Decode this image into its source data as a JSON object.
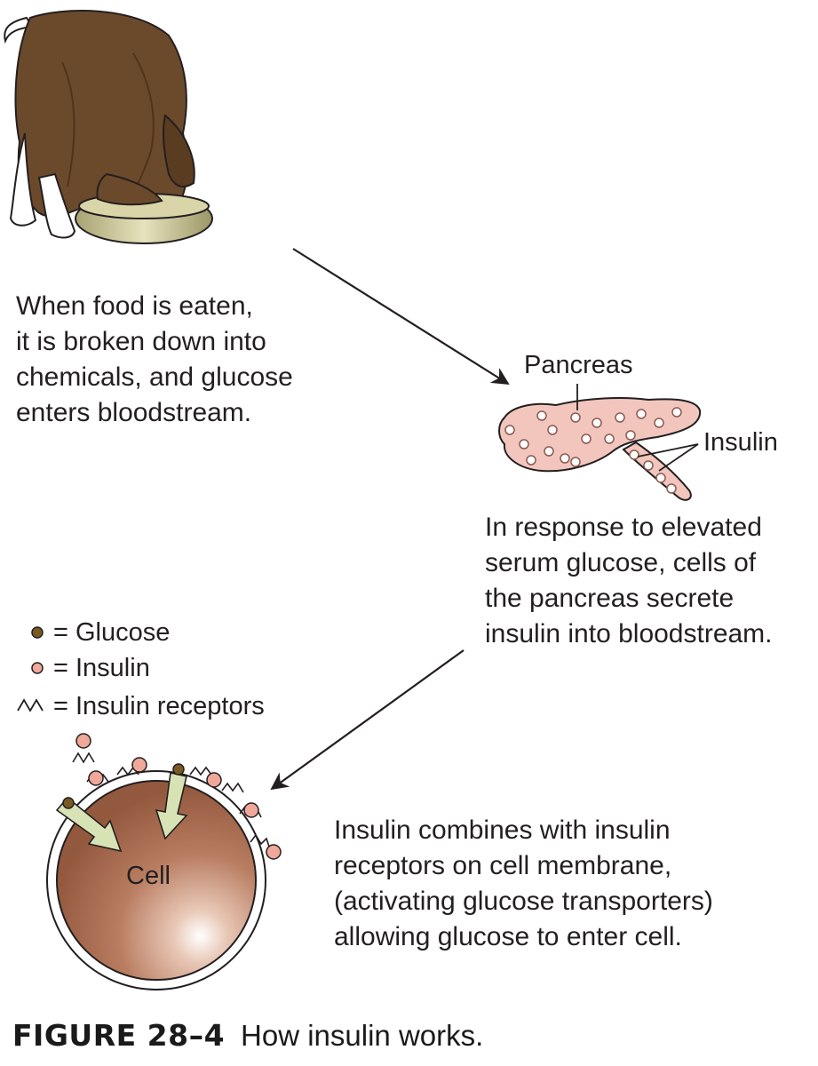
{
  "step1": {
    "lines": [
      "When food is eaten,",
      "it is broken down into",
      "chemicals, and glucose",
      "enters bloodstream."
    ]
  },
  "step2": {
    "pancreas_label": "Pancreas",
    "insulin_label": "Insulin",
    "lines": [
      "In response to elevated",
      "serum glucose, cells of",
      "the pancreas secrete",
      "insulin into bloodstream."
    ]
  },
  "legend": {
    "items": [
      {
        "symbol": "glucose-dot-icon",
        "label": "= Glucose"
      },
      {
        "symbol": "insulin-dot-icon",
        "label": "= Insulin"
      },
      {
        "symbol": "insulin-receptor-icon",
        "label": "= Insulin receptors"
      }
    ]
  },
  "cell": {
    "label": "Cell"
  },
  "step3": {
    "lines": [
      "Insulin combines with insulin",
      "receptors on cell membrane,",
      "(activating glucose transporters)",
      "allowing glucose to enter cell."
    ]
  },
  "caption": {
    "figure": "FIGURE 28–4",
    "text": "How insulin works."
  },
  "colors": {
    "dog_brown": "#6b4a2b",
    "pancreas_pink": "#f2c6bc",
    "insulin_dot": "#f0a89a",
    "glucose_dot": "#7a5a22",
    "cell_brown": "#a86a4e",
    "arrow_green": "#d8e3b5"
  }
}
